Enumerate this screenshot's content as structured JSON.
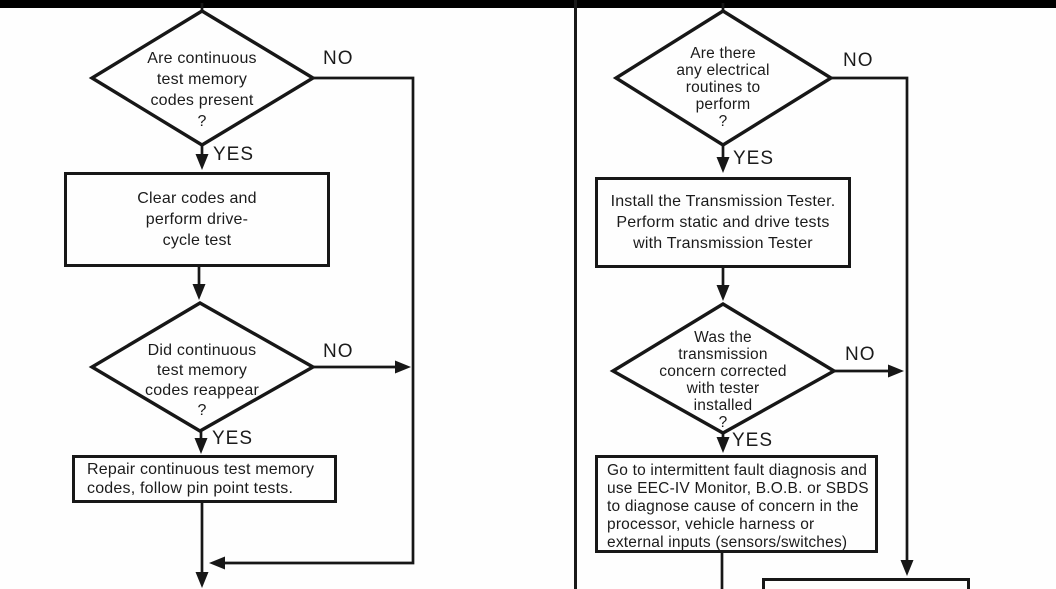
{
  "page": {
    "background_color": "#fefefe",
    "ink_color": "#171717",
    "top_bar_color": "#000000"
  },
  "flowchart": {
    "left_column": {
      "decision1": {
        "text": "Are continuous\ntest memory\ncodes present\n?",
        "no_label": "NO",
        "yes_label": "YES"
      },
      "process1": {
        "text": "Clear codes and\nperform drive-\ncycle test"
      },
      "decision2": {
        "text": "Did continuous\ntest memory\ncodes reappear\n?",
        "no_label": "NO",
        "yes_label": "YES"
      },
      "process2": {
        "text": "Repair continuous test memory\ncodes, follow pin point tests."
      }
    },
    "right_column": {
      "decision1": {
        "text": "Are there\nany electrical\nroutines to\nperform\n?",
        "no_label": "NO",
        "yes_label": "YES"
      },
      "process1": {
        "text": "Install the Transmission Tester.\nPerform static and drive tests\nwith Transmission Tester"
      },
      "decision2": {
        "text": "Was the\ntransmission\nconcern corrected\nwith tester\ninstalled\n?",
        "no_label": "NO",
        "yes_label": "YES"
      },
      "process2": {
        "text": "Go to intermittent fault diagnosis and\nuse EEC-IV Monitor, B.O.B. or SBDS\nto diagnose cause of concern in the\nprocessor, vehicle harness or\nexternal inputs (sensors/switches)"
      }
    }
  }
}
